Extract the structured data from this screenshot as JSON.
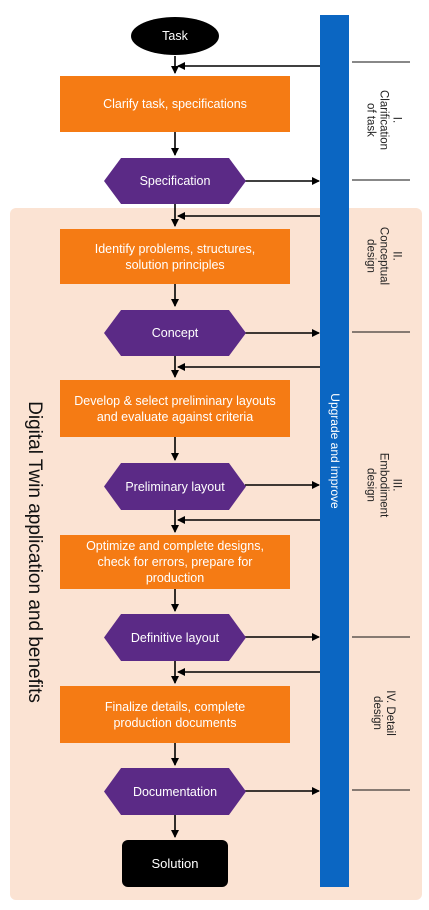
{
  "diagram": {
    "start": "Task",
    "steps": [
      {
        "process": "Clarify task, specifications",
        "output": "Specification"
      },
      {
        "process": "Identify problems, structures,\nsolution principles",
        "output": "Concept"
      },
      {
        "process": "Develop & select preliminary layouts\nand evaluate against criteria",
        "output": "Preliminary layout"
      },
      {
        "process": "Optimize and complete designs,\ncheck for errors, prepare for\nproduction",
        "output": "Definitive layout"
      },
      {
        "process": "Finalize details, complete\nproduction documents",
        "output": "Documentation"
      }
    ],
    "end": "Solution",
    "feedback_band": "Upgrade and improve",
    "side_label": "Digital Twin application and benefits",
    "phases": [
      "I. Clarification\nof task",
      "II. Conceptual\ndesign",
      "III. Embodiment\ndesign",
      "IV. Detail\ndesign"
    ],
    "colors": {
      "process": "#f57b14",
      "output": "#5b2a86",
      "band": "#0b66c2",
      "background_region": "#fbe3d3",
      "terminal": "#000000"
    }
  }
}
